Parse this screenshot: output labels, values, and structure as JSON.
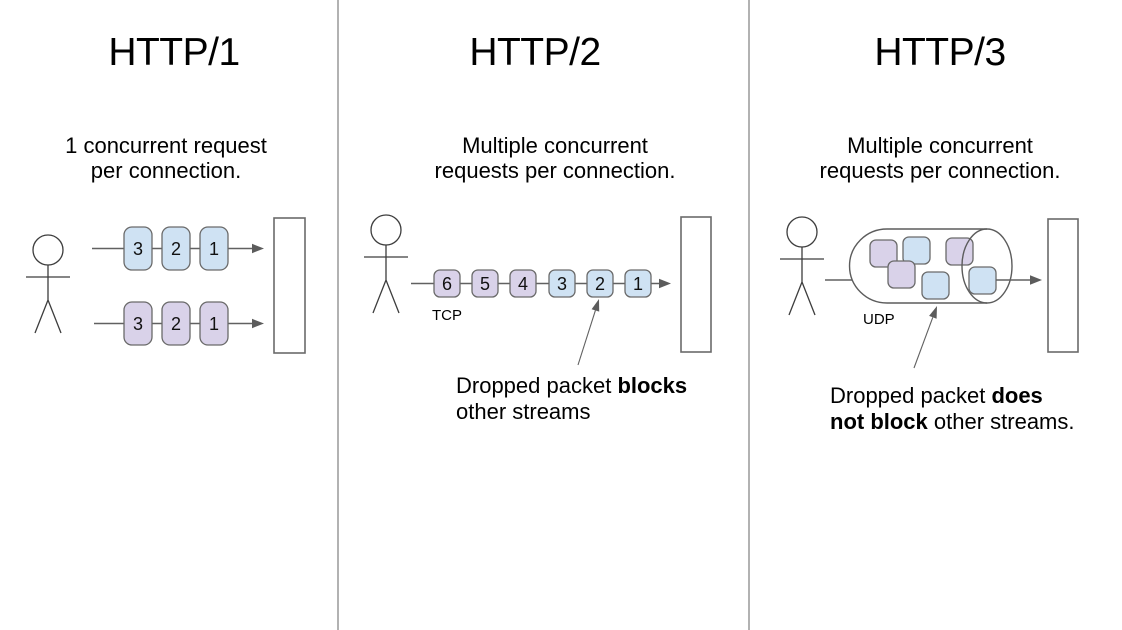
{
  "colors": {
    "packet_blue": "#cfe2f3",
    "packet_purple": "#d9d2e9",
    "line_gray": "#616161",
    "divider": "#7e7e7e"
  },
  "columns": [
    {
      "title": "HTTP/1",
      "description": "1 concurrent request\nper connection.",
      "rows": [
        {
          "packets": [
            {
              "label": "3",
              "fill": "#cfe2f3"
            },
            {
              "label": "2",
              "fill": "#cfe2f3"
            },
            {
              "label": "1",
              "fill": "#cfe2f3"
            }
          ]
        },
        {
          "packets": [
            {
              "label": "3",
              "fill": "#d9d2e9"
            },
            {
              "label": "2",
              "fill": "#d9d2e9"
            },
            {
              "label": "1",
              "fill": "#d9d2e9"
            }
          ]
        }
      ]
    },
    {
      "title": "HTTP/2",
      "description": "Multiple concurrent\nrequests per connection.",
      "protocol_label": "TCP",
      "packets": [
        {
          "label": "6",
          "fill": "#d9d2e9"
        },
        {
          "label": "5",
          "fill": "#d9d2e9"
        },
        {
          "label": "4",
          "fill": "#d9d2e9"
        },
        {
          "label": "3",
          "fill": "#cfe2f3"
        },
        {
          "label": "2",
          "fill": "#cfe2f3"
        },
        {
          "label": "1",
          "fill": "#cfe2f3"
        }
      ],
      "annotation": {
        "pre": "Dropped packet ",
        "bold": "blocks",
        "post": "\nother streams"
      }
    },
    {
      "title": "HTTP/3",
      "description": "Multiple concurrent\nrequests per connection.",
      "protocol_label": "UDP",
      "packets": [
        {
          "fill": "#d9d2e9"
        },
        {
          "fill": "#cfe2f3"
        },
        {
          "fill": "#d9d2e9"
        },
        {
          "fill": "#cfe2f3"
        },
        {
          "fill": "#d9d2e9"
        },
        {
          "fill": "#cfe2f3"
        }
      ],
      "annotation": {
        "pre": "Dropped packet ",
        "bold": "does\nnot block",
        "post": " other streams."
      }
    }
  ]
}
